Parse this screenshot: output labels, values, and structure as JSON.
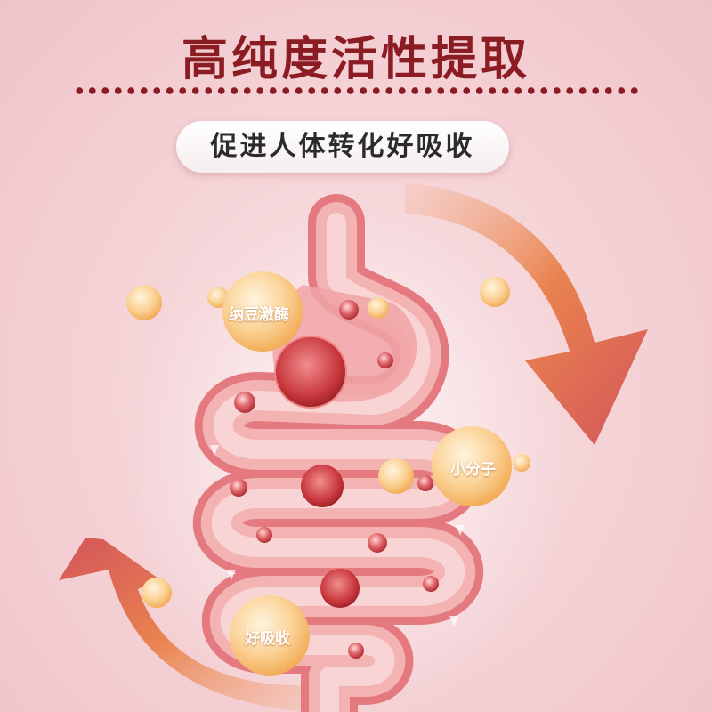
{
  "header": {
    "title": "高纯度活性提取",
    "subtitle": "促进人体转化好吸收"
  },
  "labels": {
    "nattokinase": "纳豆激酶",
    "small_molecule": "小分子",
    "good_absorption": "好吸收"
  },
  "colors": {
    "title": "#8c1c23",
    "dots": "#8c1c23",
    "arrow": "#e8794e",
    "intestine": "#e9868c",
    "bubble": "#f8c070"
  }
}
